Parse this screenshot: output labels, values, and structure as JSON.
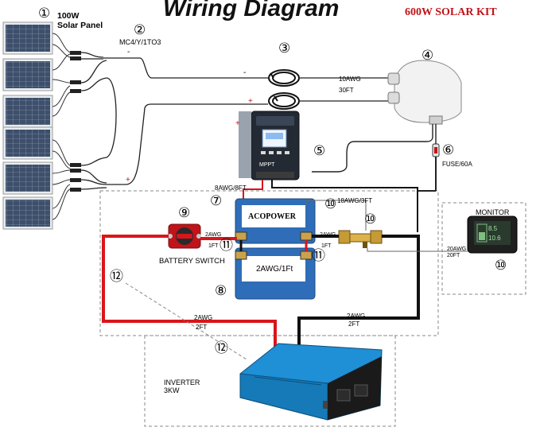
{
  "diagram": {
    "title": "Wiring Diagram",
    "kit_label": "600W SOLAR KIT"
  },
  "labels": {
    "solar_panel": "100W\nSolar Panel",
    "mc4": "MC4/Y/1TO3",
    "minus_sign": "-",
    "plus_sign": "+",
    "wire_10awg": "10AWG",
    "wire_30ft": "30FT",
    "fuse": "FUSE/60A",
    "wire_8awg": "8AWG/8FT",
    "wire_18awg": "18AWG/3FT",
    "monitor": "MONITOR",
    "battery_brand": "ACOPOWER",
    "battery_cable": "2AWG/1Ft",
    "battery_switch": "BATTERY SWITCH",
    "wire_2awg_a": "2AWG",
    "wire_1ft_a": "1FT",
    "wire_2awg_b": "2AWG",
    "wire_1ft_b": "1FT",
    "wire_20awg": "20AWG",
    "wire_20ft": "20FT",
    "wire_2awg_c": "2AWG",
    "wire_2ft_c": "2FT",
    "wire_2awg_d": "2AWG",
    "wire_2ft_d": "2FT",
    "inverter": "INVERTER\n3KW",
    "controller_mppt": "MPPT"
  },
  "markers": {
    "m1": "①",
    "m2": "②",
    "m3": "③",
    "m4": "④",
    "m5": "⑤",
    "m6": "⑥",
    "m7": "⑦",
    "m8": "⑧",
    "m9": "⑨",
    "m10a": "⑩",
    "m10b": "⑩",
    "m10c": "⑩",
    "m11a": "⑪",
    "m11b": "⑪",
    "m12a": "⑫",
    "m12b": "⑫"
  },
  "monitor_screen": {
    "value_a": "8.5",
    "value_b": "10.6"
  },
  "colors": {
    "positive_wire": "#d9151b",
    "negative_wire": "#111111",
    "battery_blue": "#2f6db8",
    "inverter_blue": "#1f8fd6",
    "dashed_border": "#8a8a8a"
  }
}
